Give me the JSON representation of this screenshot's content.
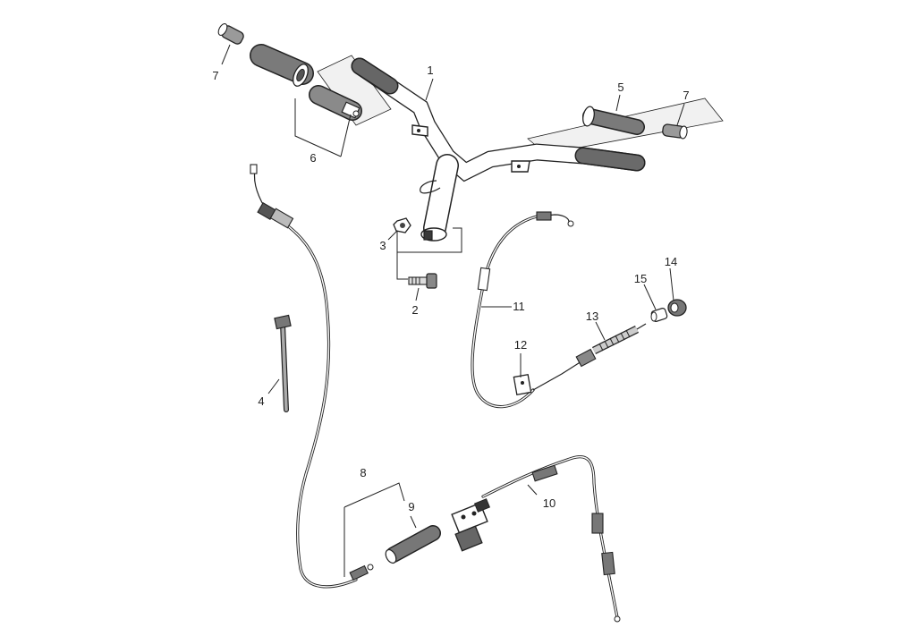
{
  "callouts": {
    "c1": "1",
    "c2": "2",
    "c3": "3",
    "c4": "4",
    "c5": "5",
    "c6": "6",
    "c7a": "7",
    "c7b": "7",
    "c8": "8",
    "c9": "9",
    "c10": "10",
    "c11": "11",
    "c12": "12",
    "c13": "13",
    "c14": "14",
    "c15": "15"
  }
}
